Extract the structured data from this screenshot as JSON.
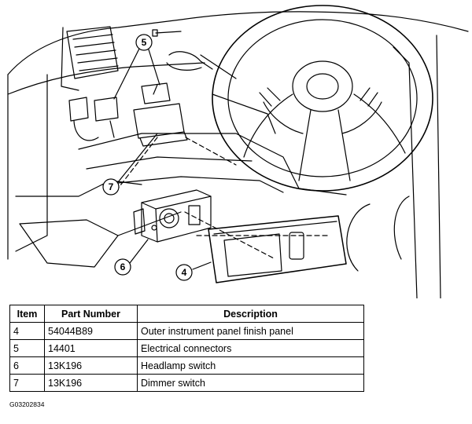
{
  "callouts": [
    "4",
    "5",
    "6",
    "7"
  ],
  "table": {
    "headers": [
      "Item",
      "Part Number",
      "Description"
    ],
    "rows": [
      {
        "item": "4",
        "part_number": "54044B89",
        "description": "Outer instrument panel finish panel"
      },
      {
        "item": "5",
        "part_number": "14401",
        "description": "Electrical connectors"
      },
      {
        "item": "6",
        "part_number": "13K196",
        "description": "Headlamp switch"
      },
      {
        "item": "7",
        "part_number": "13K196",
        "description": "Dimmer switch"
      }
    ]
  },
  "figure_code": "G03202834"
}
